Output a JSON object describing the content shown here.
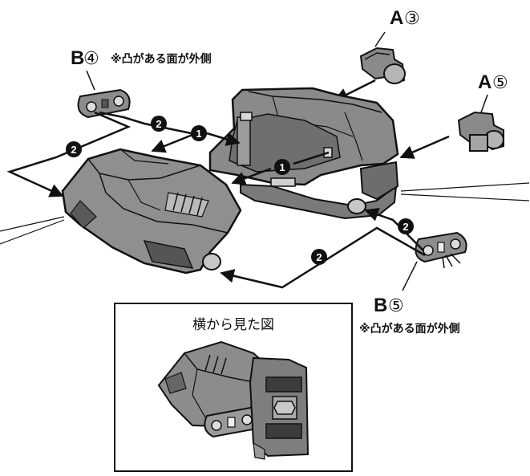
{
  "labels": {
    "a3": {
      "letter": "A",
      "num": "③"
    },
    "a5": {
      "letter": "A",
      "num": "⑤"
    },
    "b4": {
      "letter": "B",
      "num": "④"
    },
    "b5": {
      "letter": "B",
      "num": "⑤"
    }
  },
  "notes": {
    "b4_note": "※凸がある面が外側",
    "b5_note": "※凸がある面が外側"
  },
  "steps": {
    "one": "1",
    "two": "2"
  },
  "inset": {
    "title": "横から見た図"
  },
  "colors": {
    "part_dark": "#7c7c7c",
    "part_mid": "#9a9a9a",
    "part_light": "#c4c4c4",
    "line": "#111111",
    "badge": "#111111"
  }
}
